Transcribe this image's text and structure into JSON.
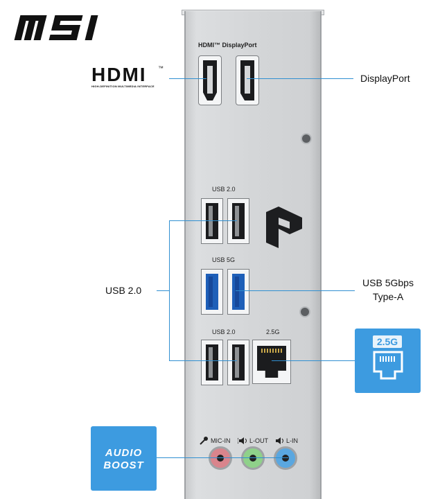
{
  "brand": {
    "logo_text": "MSI"
  },
  "hdmi_logo": {
    "text": "HDMI",
    "tm": "™",
    "subtitle": "HIGH-DEFINITION MULTIMEDIA INTERFACE"
  },
  "shield_labels": {
    "video": "HDMI™ DisplayPort",
    "usb_top": "USB 2.0",
    "usb_mid": "USB 5G",
    "usb_bottom": "USB 2.0",
    "lan": "2.5G",
    "mic": "MIC-IN",
    "lout": "L-OUT",
    "lin": "L-IN"
  },
  "callouts": {
    "displayport": "DisplayPort",
    "usb20": "USB 2.0",
    "usb5g_line1": "USB 5Gbps",
    "usb5g_line2": "Type-A"
  },
  "lan_badge": {
    "text": "2.5G"
  },
  "audio_badge": {
    "line1": "AUDIO",
    "line2": "BOOST"
  },
  "colors": {
    "accent_line": "#2f8fd1",
    "badge_blue": "#3d9be0",
    "mic_pink": "#d9848c",
    "lout_green": "#8fd18a",
    "lin_blue": "#5aa7e0",
    "usb5g_blue": "#1e5fb8"
  }
}
